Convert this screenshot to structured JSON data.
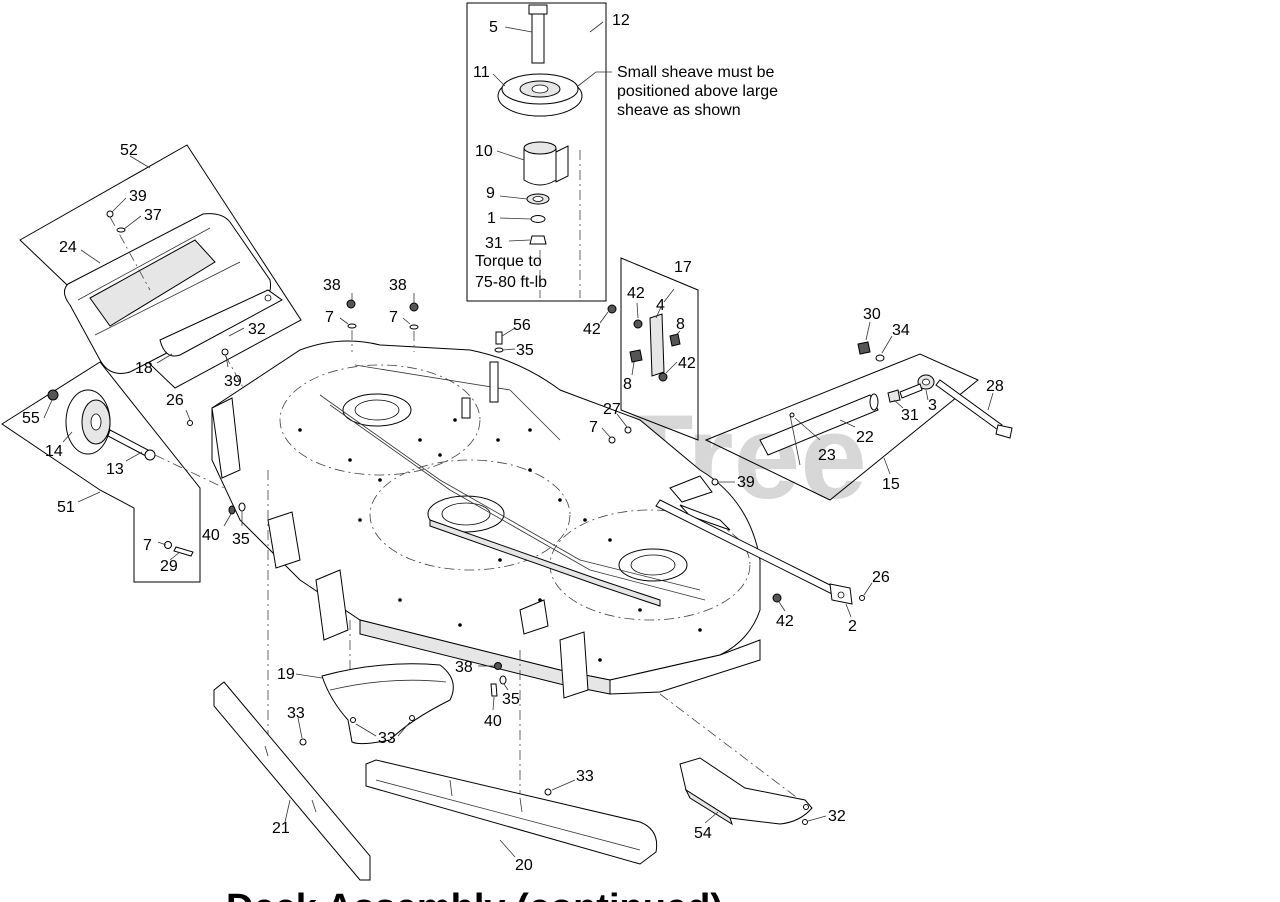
{
  "diagram": {
    "watermark": "PartsTree",
    "title_partial": "Deck Assembly (continued)",
    "notes": {
      "sheave_line1": "Small sheave must be",
      "sheave_line2": "positioned above large",
      "sheave_line3": "sheave as shown",
      "torque_line1": "Torque to",
      "torque_line2": "75-80 ft-lb"
    },
    "callouts": {
      "c1": "1",
      "c2": "2",
      "c3": "3",
      "c4": "4",
      "c5": "5",
      "c7a": "7",
      "c7b": "7",
      "c7c": "7",
      "c7d": "7",
      "c8a": "8",
      "c8b": "8",
      "c9": "9",
      "c10": "10",
      "c11": "11",
      "c12": "12",
      "c13": "13",
      "c14": "14",
      "c15": "15",
      "c17": "17",
      "c18": "18",
      "c19": "19",
      "c20": "20",
      "c21": "21",
      "c22": "22",
      "c23": "23",
      "c24": "24",
      "c26a": "26",
      "c26b": "26",
      "c27": "27",
      "c28": "28",
      "c29": "29",
      "c30": "30",
      "c31a": "31",
      "c31b": "31",
      "c32a": "32",
      "c32b": "32",
      "c33a": "33",
      "c33b": "33",
      "c33c": "33",
      "c34": "34",
      "c35a": "35",
      "c35b": "35",
      "c35c": "35",
      "c37": "37",
      "c38a": "38",
      "c38b": "38",
      "c38c": "38",
      "c39a": "39",
      "c39b": "39",
      "c39c": "39",
      "c40a": "40",
      "c40b": "40",
      "c42a": "42",
      "c42b": "42",
      "c42c": "42",
      "c42d": "42",
      "c51": "51",
      "c52": "52",
      "c54": "54",
      "c55": "55",
      "c56": "56"
    }
  }
}
